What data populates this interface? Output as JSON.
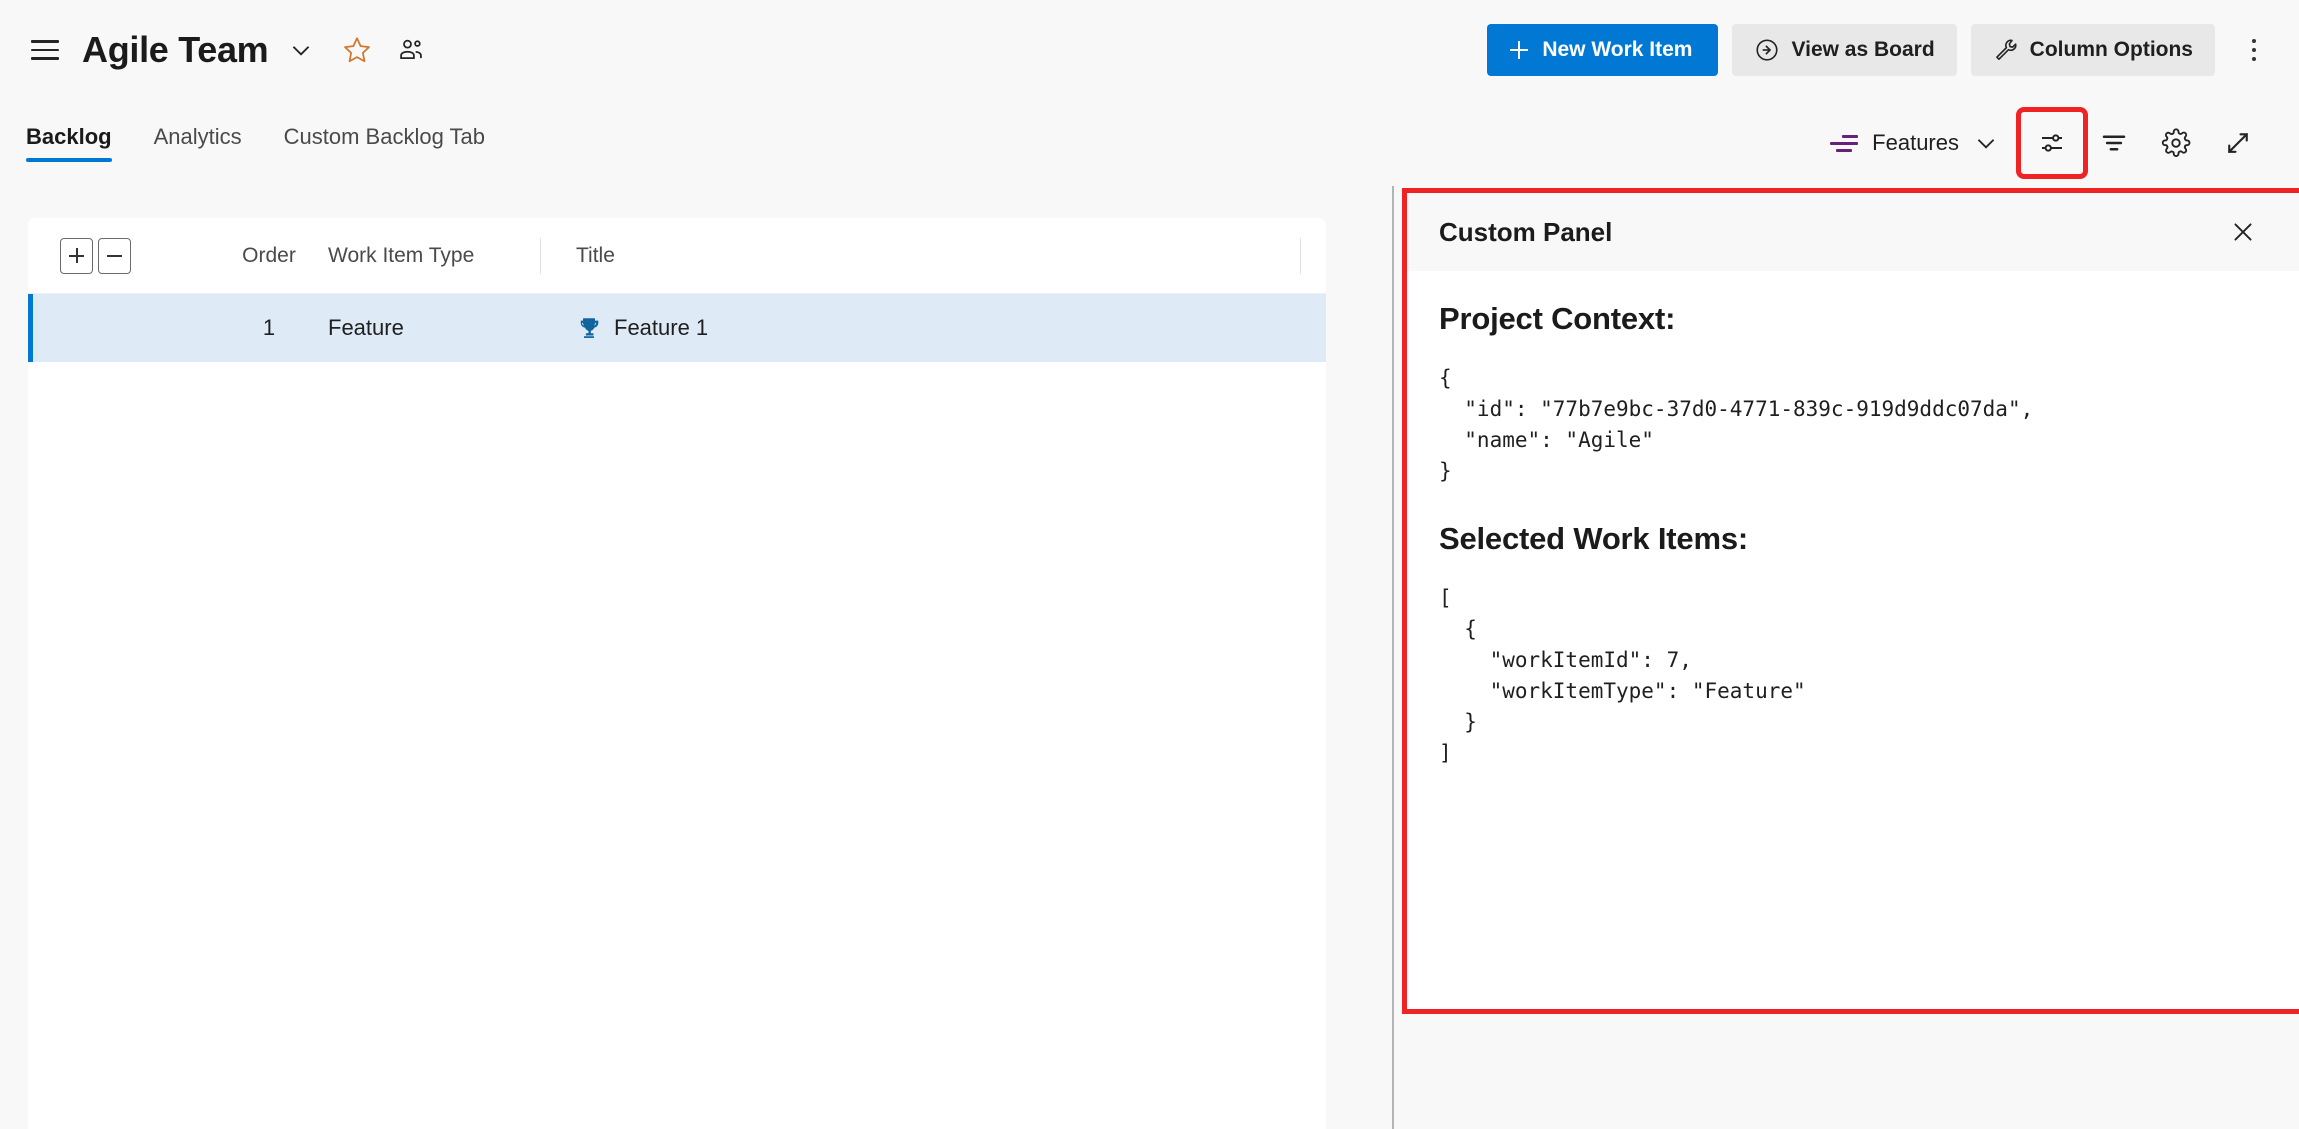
{
  "header": {
    "menu_icon": "hamburger-icon",
    "title": "Agile Team",
    "title_chevron_icon": "chevron-down-icon",
    "favorite_icon": "star-icon",
    "team_icon": "people-icon",
    "new_work_item_label": "New Work Item",
    "new_work_item_icon": "plus-icon",
    "view_as_board_label": "View as Board",
    "view_as_board_icon": "arrow-circle-right-icon",
    "column_options_label": "Column Options",
    "column_options_icon": "wrench-icon",
    "more_icon": "more-vertical-icon",
    "accent_blue": "#0078d4"
  },
  "tabs": [
    {
      "label": "Backlog",
      "active": true
    },
    {
      "label": "Analytics",
      "active": false
    },
    {
      "label": "Custom Backlog Tab",
      "active": false
    }
  ],
  "toolbar": {
    "backlog_level_icon": "backlog-levels-icon",
    "backlog_level_label": "Features",
    "backlog_level_chevron": "chevron-down-icon",
    "backlog_level_color": "#68217a",
    "view_options_icon": "sliders-icon",
    "view_options_highlighted": true,
    "filter_icon": "filter-icon",
    "settings_icon": "gear-icon",
    "fullscreen_icon": "expand-diagonal-icon",
    "highlight_color": "#ef2323"
  },
  "grid": {
    "expand_all_icon": "plus-square-icon",
    "collapse_all_icon": "minus-square-icon",
    "columns": [
      "Order",
      "Work Item Type",
      "Title"
    ],
    "rows": [
      {
        "order": "1",
        "work_item_type": "Feature",
        "title": "Feature 1",
        "type_icon": "trophy-icon",
        "selected": true
      }
    ],
    "selected_row_bg": "#deebf7",
    "selected_row_accent": "#0078d4",
    "type_icon_color": "#11659f"
  },
  "panel": {
    "title": "Custom Panel",
    "close_icon": "close-icon",
    "sections": [
      {
        "heading": "Project Context:",
        "code": "{\n  \"id\": \"77b7e9bc-37d0-4771-839c-919d9ddc07da\",\n  \"name\": \"Agile\"\n}"
      },
      {
        "heading": "Selected Work Items:",
        "code": "[\n  {\n    \"workItemId\": 7,\n    \"workItemType\": \"Feature\"\n  }\n]"
      }
    ]
  }
}
